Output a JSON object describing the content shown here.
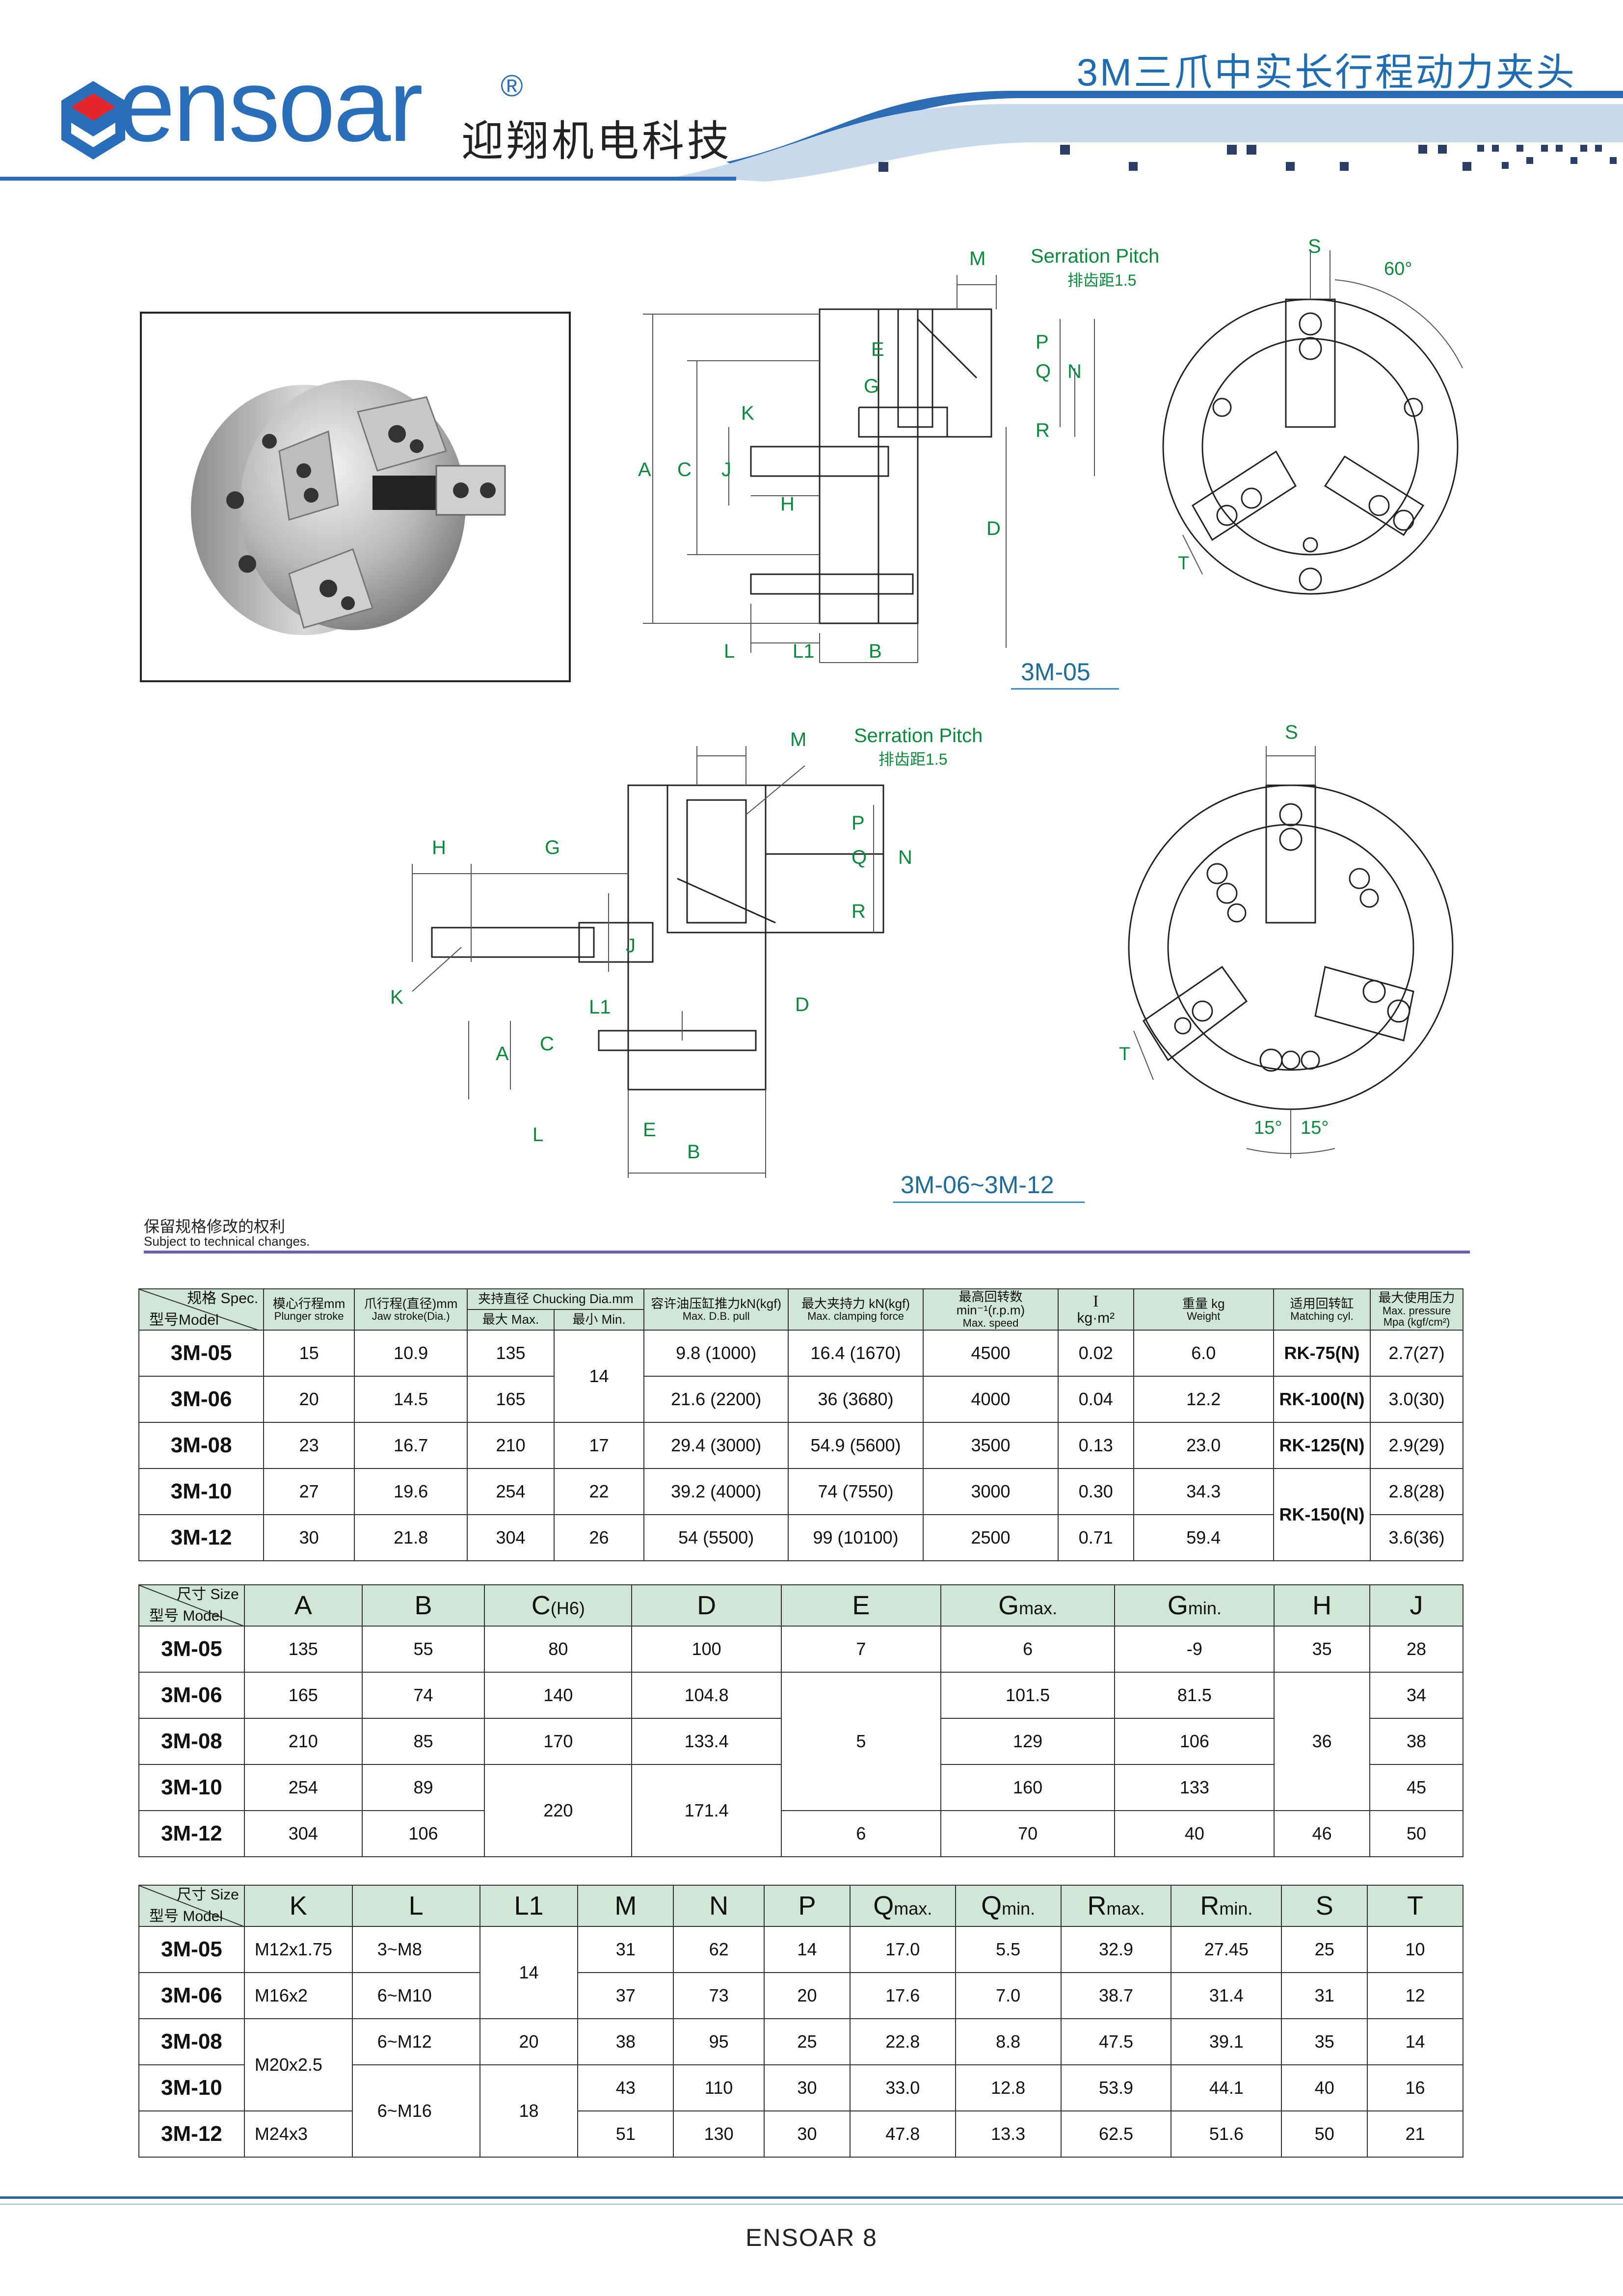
{
  "header": {
    "logo_text": "ensoar",
    "logo_reg": "®",
    "logo_cn": "迎翔机电科技",
    "page_title": "3M三爪中实长行程动力夹头",
    "accent": "#2a6db8"
  },
  "drawing1": {
    "serration_en": "Serration Pitch",
    "serration_cn": "排齿距1.5",
    "caption": "3M-05",
    "labels": {
      "M": "M",
      "E": "E",
      "G": "G",
      "K": "K",
      "A": "A",
      "C": "C",
      "J": "J",
      "H": "H",
      "D": "D",
      "L": "L",
      "L1": "L1",
      "B": "B",
      "P": "P",
      "Q": "Q",
      "N": "N",
      "R": "R",
      "S": "S",
      "T": "T",
      "angle": "60°"
    }
  },
  "drawing2": {
    "serration_en": "Serration Pitch",
    "serration_cn": "排齿距1.5",
    "caption": "3M-06~3M-12",
    "labels": {
      "M": "M",
      "H": "H",
      "G": "G",
      "K": "K",
      "J": "J",
      "L1": "L1",
      "D": "D",
      "A": "A",
      "C": "C",
      "L": "L",
      "E": "E",
      "B": "B",
      "P": "P",
      "Q": "Q",
      "N": "N",
      "R": "R",
      "S": "S",
      "T": "T",
      "angle1": "15°",
      "angle2": "15°"
    }
  },
  "note": {
    "cn": "保留规格修改的权利",
    "en": "Subject to technical changes."
  },
  "table1": {
    "corner_top": "规格 Spec.",
    "corner_bot": "型号Model",
    "headers": [
      {
        "cn": "模心行程mm",
        "en": "Plunger stroke"
      },
      {
        "cn": "爪行程(直径)mm",
        "en": "Jaw stroke(Dia.)"
      },
      {
        "cn": "夹持直径 Chucking Dia.mm",
        "en": ""
      },
      {
        "cn": "容许油压缸推力kN(kgf)",
        "en": "Max. D.B. pull"
      },
      {
        "cn": "最大夹持力 kN(kgf)",
        "en": "Max. clamping force"
      },
      {
        "cn": "最高回转数 min⁻¹(r.p.m)",
        "en": "Max. speed"
      },
      {
        "cn": "I",
        "en": "kg·m²"
      },
      {
        "cn": "重量   kg",
        "en": "Weight"
      },
      {
        "cn": "适用回转缸",
        "en": "Matching cyl."
      },
      {
        "cn": "最大使用压力",
        "en": "Max. pressure Mpa (kgf/cm²)"
      }
    ],
    "sub_max": "最大 Max.",
    "sub_min": "最小 Min.",
    "rows": [
      {
        "model": "3M-05",
        "stroke": "15",
        "jaw": "10.9",
        "max": "135",
        "min": "14",
        "pull": "9.8 (1000)",
        "force": "16.4 (1670)",
        "speed": "4500",
        "inertia": "0.02",
        "weight": "6.0",
        "cyl": "RK-75(N)",
        "press": "2.7(27)"
      },
      {
        "model": "3M-06",
        "stroke": "20",
        "jaw": "14.5",
        "max": "165",
        "min": "",
        "pull": "21.6 (2200)",
        "force": "36 (3680)",
        "speed": "4000",
        "inertia": "0.04",
        "weight": "12.2",
        "cyl": "RK-100(N)",
        "press": "3.0(30)"
      },
      {
        "model": "3M-08",
        "stroke": "23",
        "jaw": "16.7",
        "max": "210",
        "min": "17",
        "pull": "29.4 (3000)",
        "force": "54.9 (5600)",
        "speed": "3500",
        "inertia": "0.13",
        "weight": "23.0",
        "cyl": "RK-125(N)",
        "press": "2.9(29)"
      },
      {
        "model": "3M-10",
        "stroke": "27",
        "jaw": "19.6",
        "max": "254",
        "min": "22",
        "pull": "39.2 (4000)",
        "force": "74 (7550)",
        "speed": "3000",
        "inertia": "0.30",
        "weight": "34.3",
        "cyl": "RK-150(N)",
        "press": "2.8(28)"
      },
      {
        "model": "3M-12",
        "stroke": "30",
        "jaw": "21.8",
        "max": "304",
        "min": "26",
        "pull": "54 (5500)",
        "force": "99 (10100)",
        "speed": "2500",
        "inertia": "0.71",
        "weight": "59.4",
        "cyl": "",
        "press": "3.6(36)"
      }
    ]
  },
  "table2": {
    "corner_top": "尺寸 Size",
    "corner_bot": "型号 Model",
    "headers": [
      "A",
      "B",
      "C",
      "D",
      "E",
      "G",
      "G",
      "H",
      "J"
    ],
    "header_subs": [
      "",
      "",
      "(H6)",
      "",
      "",
      "max.",
      "min.",
      "",
      ""
    ],
    "rows": [
      {
        "model": "3M-05",
        "A": "135",
        "B": "55",
        "C": "80",
        "D": "100",
        "E": "7",
        "Gmax": "6",
        "Gmin": "-9",
        "H": "35",
        "J": "28"
      },
      {
        "model": "3M-06",
        "A": "165",
        "B": "74",
        "C": "140",
        "D": "104.8",
        "E": "5",
        "Gmax": "101.5",
        "Gmin": "81.5",
        "H": "36",
        "J": "34"
      },
      {
        "model": "3M-08",
        "A": "210",
        "B": "85",
        "C": "170",
        "D": "133.4",
        "E": "",
        "Gmax": "129",
        "Gmin": "106",
        "H": "",
        "J": "38"
      },
      {
        "model": "3M-10",
        "A": "254",
        "B": "89",
        "C": "220",
        "D": "171.4",
        "E": "",
        "Gmax": "160",
        "Gmin": "133",
        "H": "",
        "J": "45"
      },
      {
        "model": "3M-12",
        "A": "304",
        "B": "106",
        "C": "",
        "D": "",
        "E": "6",
        "Gmax": "70",
        "Gmin": "40",
        "H": "46",
        "J": "50"
      }
    ]
  },
  "table3": {
    "corner_top": "尺寸  Size",
    "corner_bot": "型号  Model",
    "headers": [
      "K",
      "L",
      "L1",
      "M",
      "N",
      "P",
      "Q",
      "Q",
      "R",
      "R",
      "S",
      "T"
    ],
    "header_subs": [
      "",
      "",
      "",
      "",
      "",
      "",
      "max.",
      "min.",
      "max.",
      "min.",
      "",
      ""
    ],
    "rows": [
      {
        "model": "3M-05",
        "K": "M12x1.75",
        "L": "3~M8",
        "L1": "14",
        "M": "31",
        "N": "62",
        "P": "14",
        "Qmax": "17.0",
        "Qmin": "5.5",
        "Rmax": "32.9",
        "Rmin": "27.45",
        "S": "25",
        "T": "10"
      },
      {
        "model": "3M-06",
        "K": "M16x2",
        "L": "6~M10",
        "L1": "",
        "M": "37",
        "N": "73",
        "P": "20",
        "Qmax": "17.6",
        "Qmin": "7.0",
        "Rmax": "38.7",
        "Rmin": "31.4",
        "S": "31",
        "T": "12"
      },
      {
        "model": "3M-08",
        "K": "M20x2.5",
        "L": "6~M12",
        "L1": "20",
        "M": "38",
        "N": "95",
        "P": "25",
        "Qmax": "22.8",
        "Qmin": "8.8",
        "Rmax": "47.5",
        "Rmin": "39.1",
        "S": "35",
        "T": "14"
      },
      {
        "model": "3M-10",
        "K": "",
        "L": "6~M16",
        "L1": "18",
        "M": "43",
        "N": "110",
        "P": "30",
        "Qmax": "33.0",
        "Qmin": "12.8",
        "Rmax": "53.9",
        "Rmin": "44.1",
        "S": "40",
        "T": "16"
      },
      {
        "model": "3M-12",
        "K": "M24x3",
        "L": "",
        "L1": "",
        "M": "51",
        "N": "130",
        "P": "30",
        "Qmax": "47.8",
        "Qmin": "13.3",
        "Rmax": "62.5",
        "Rmin": "51.6",
        "S": "50",
        "T": "21"
      }
    ]
  },
  "footer": {
    "text": "ENSOAR  8"
  }
}
